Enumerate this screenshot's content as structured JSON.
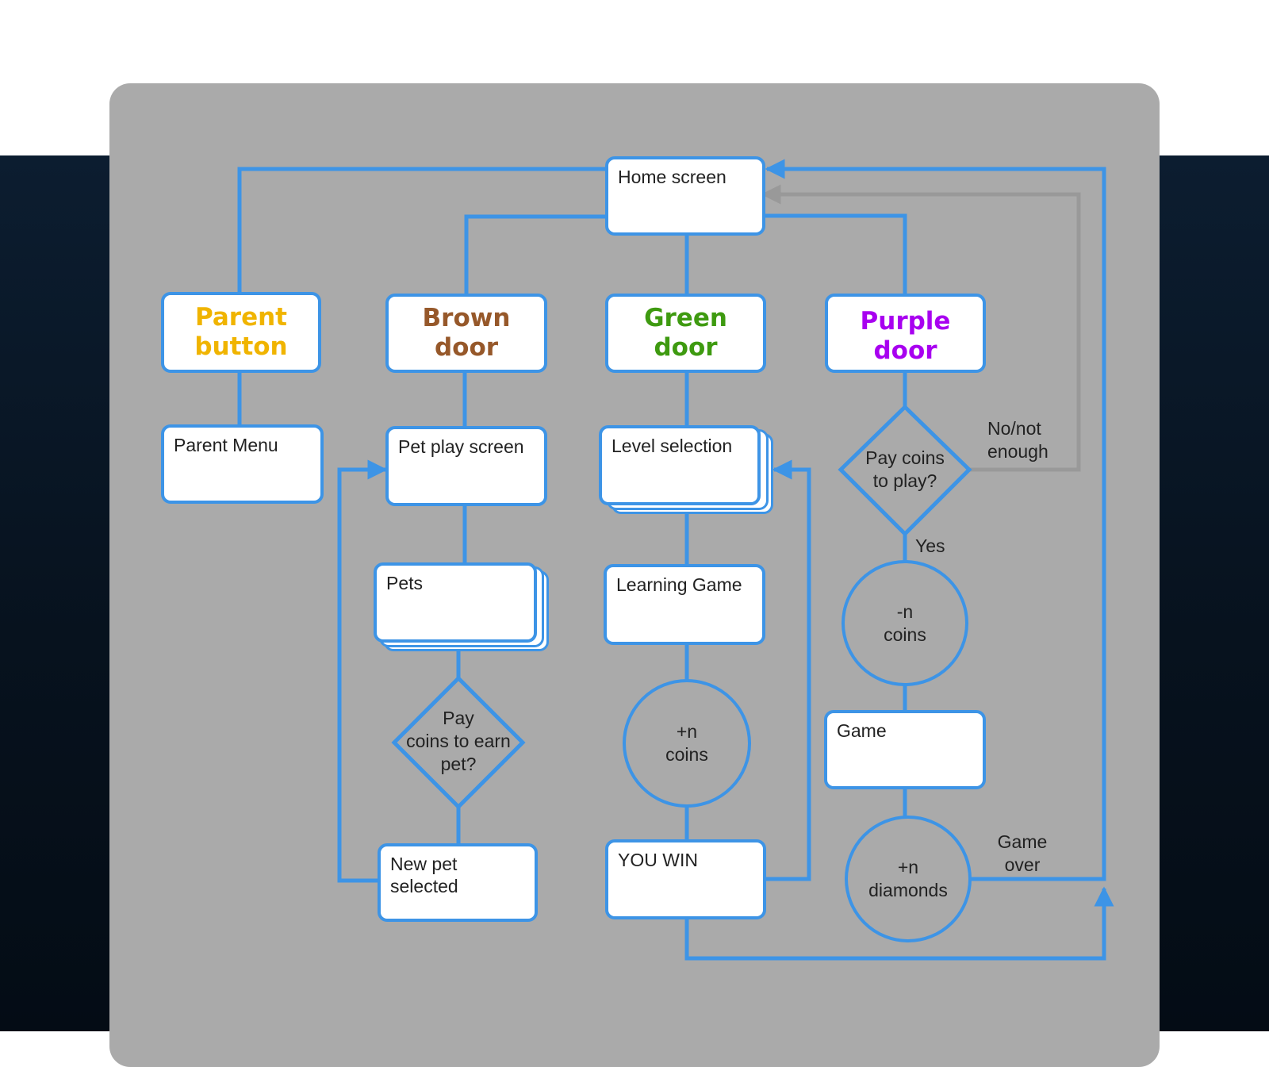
{
  "colors": {
    "connector": "#3d94e6",
    "return_path": "#999999",
    "panel": "#aaaaaa",
    "parent": "#f0b400",
    "brown": "#96582a",
    "green": "#3e9a10",
    "purple": "#a800f0"
  },
  "nodes": {
    "home": "Home screen",
    "parent_button": [
      "Parent",
      "button"
    ],
    "brown_door": [
      "Brown",
      "door"
    ],
    "green_door": [
      "Green",
      "door"
    ],
    "purple_door": [
      "Purple",
      "door"
    ],
    "parent_menu": "Parent Menu",
    "pet_play_screen": "Pet play screen",
    "pets": "Pets",
    "pay_coins_earn_pet": [
      "Pay",
      "coins to earn",
      "pet?"
    ],
    "new_pet_selected": [
      "New pet",
      "selected"
    ],
    "level_selection": "Level selection",
    "learning_game": "Learning Game",
    "plus_coins": [
      "+n",
      "coins"
    ],
    "you_win": "YOU WIN",
    "pay_coins_to_play": [
      "Pay coins",
      "to play?"
    ],
    "minus_coins": [
      "-n",
      "coins"
    ],
    "game": "Game",
    "plus_diamonds": [
      "+n",
      "diamonds"
    ]
  },
  "edge_labels": {
    "no_not_enough": [
      "No/not",
      "enough"
    ],
    "yes": "Yes",
    "game_over": [
      "Game",
      "over"
    ]
  }
}
